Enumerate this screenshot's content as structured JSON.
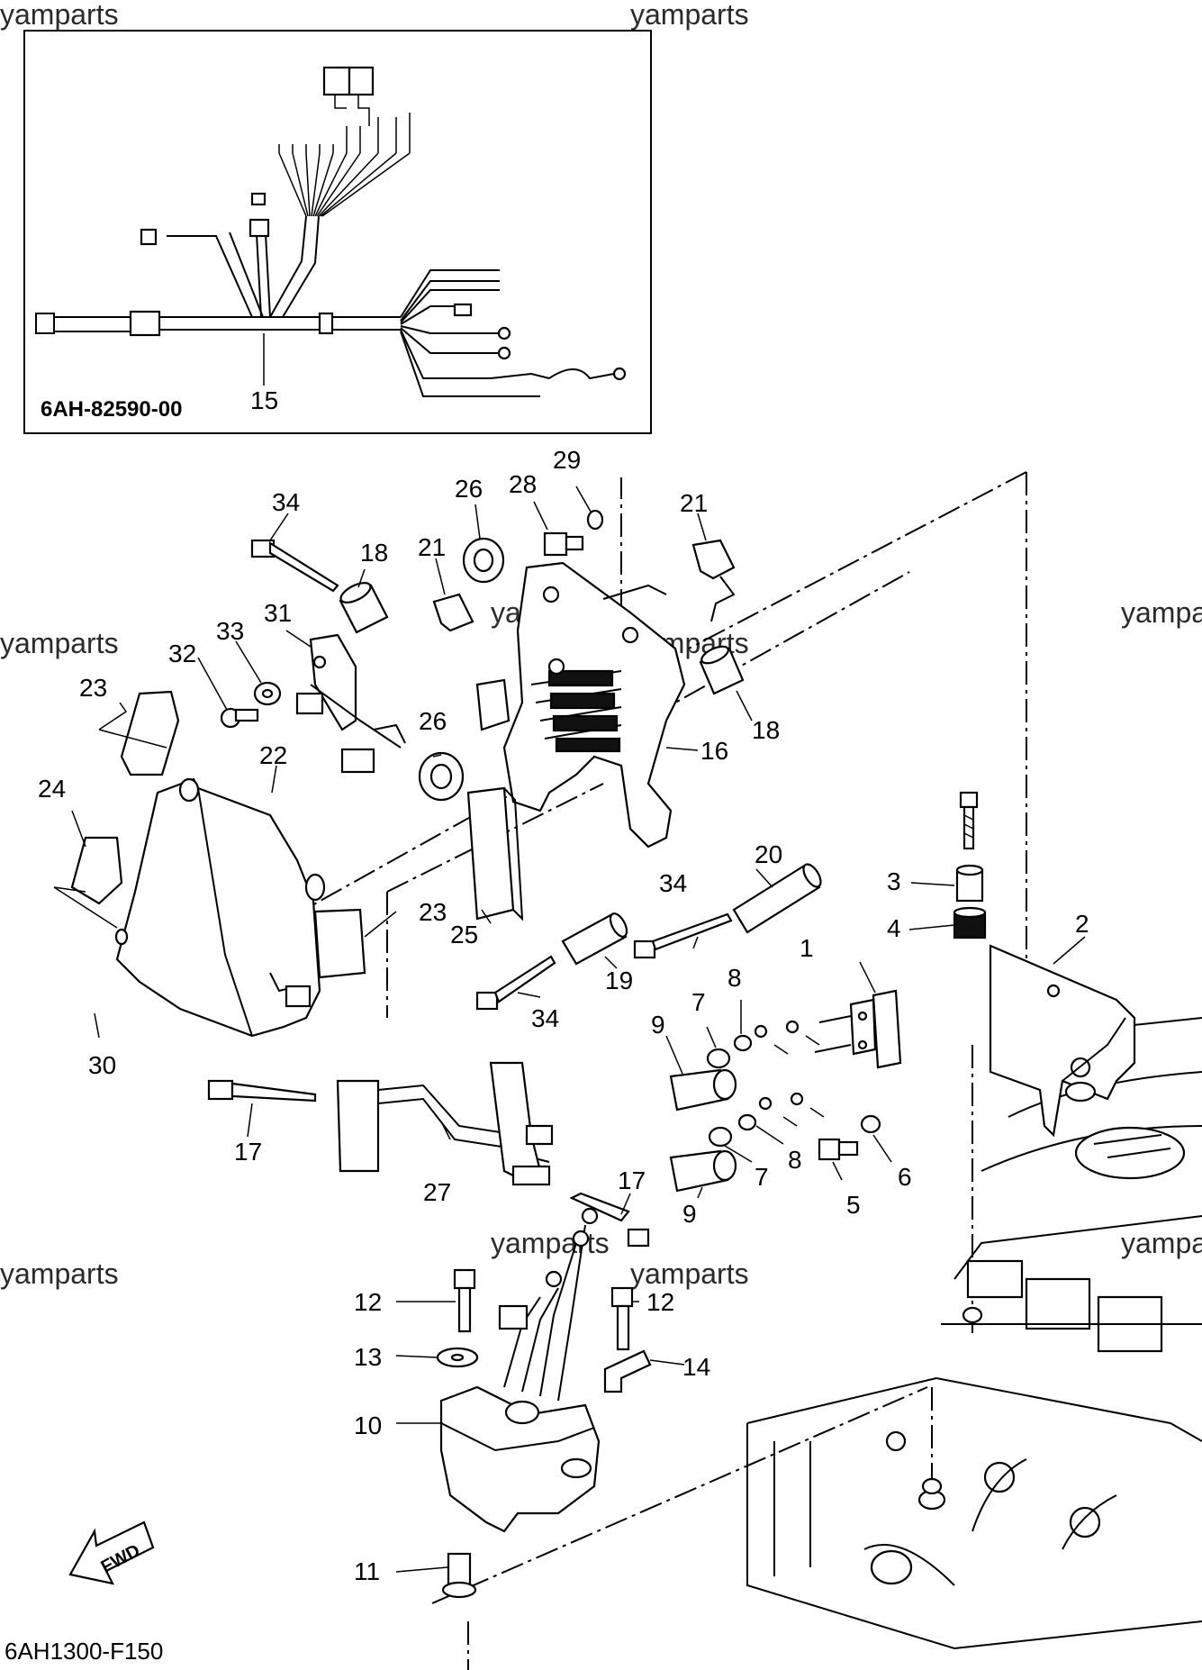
{
  "watermark": "yamparts",
  "inset": {
    "part_code": "6AH-82590-00",
    "callout": "15"
  },
  "page_code": "6AH1300-F150",
  "fwd_label": "FWD",
  "callouts": {
    "c1": "1",
    "c2": "2",
    "c3": "3",
    "c4": "4",
    "c5": "5",
    "c6": "6",
    "c7a": "7",
    "c7b": "7",
    "c8a": "8",
    "c8b": "8",
    "c9a": "9",
    "c9b": "9",
    "c10": "10",
    "c11": "11",
    "c12a": "12",
    "c12b": "12",
    "c13": "13",
    "c14": "14",
    "c16": "16",
    "c17a": "17",
    "c17b": "17",
    "c18a": "18",
    "c18b": "18",
    "c19": "19",
    "c20": "20",
    "c21a": "21",
    "c21b": "21",
    "c22": "22",
    "c23a": "23",
    "c23b": "23",
    "c24": "24",
    "c25": "25",
    "c26a": "26",
    "c26b": "26",
    "c27": "27",
    "c28": "28",
    "c29": "29",
    "c30": "30",
    "c31": "31",
    "c32": "32",
    "c33": "33",
    "c34a": "34",
    "c34b": "34",
    "c34c": "34"
  }
}
